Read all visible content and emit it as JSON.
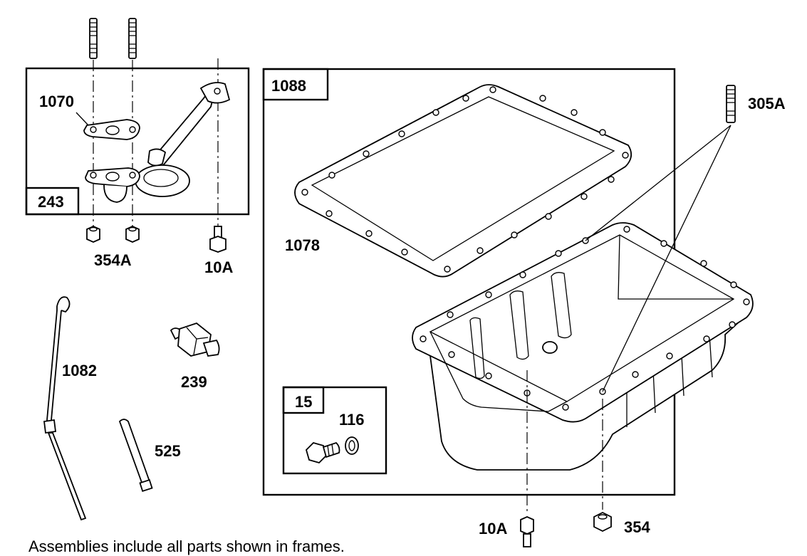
{
  "labels": {
    "p1070": "1070",
    "p243": "243",
    "p354A": "354A",
    "p10A_top": "10A",
    "p1088": "1088",
    "p305A": "305A",
    "p1078": "1078",
    "p1082": "1082",
    "p239": "239",
    "p525": "525",
    "p15": "15",
    "p116": "116",
    "p10A_bottom": "10A",
    "p354": "354"
  },
  "footer": "Assemblies include all parts shown in frames."
}
